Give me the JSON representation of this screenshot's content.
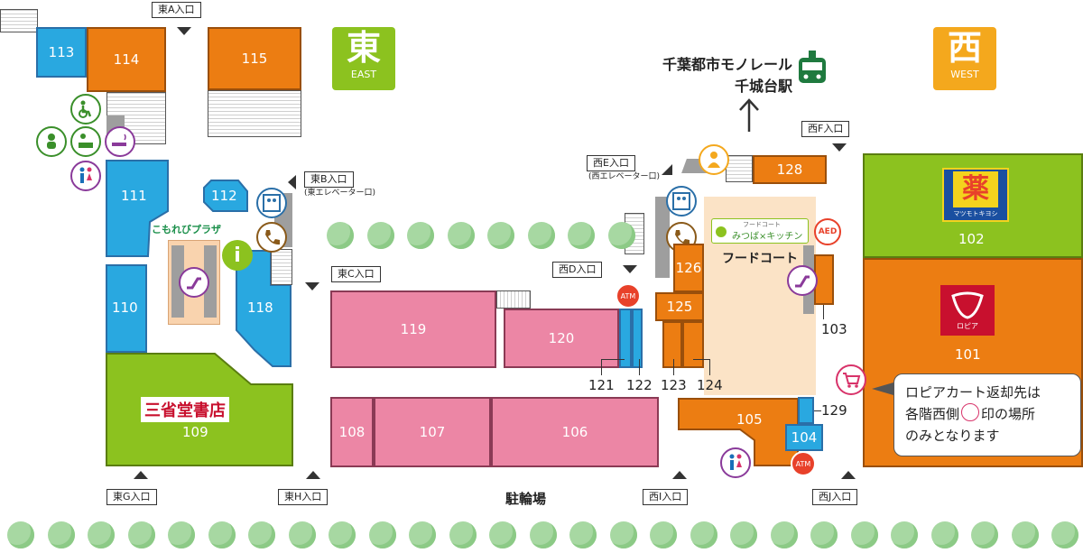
{
  "compass": {
    "east": {
      "kanji": "東",
      "label": "EAST",
      "color": "#8cc21f"
    },
    "west": {
      "kanji": "西",
      "label": "WEST",
      "color": "#f4a81d"
    }
  },
  "monorail": {
    "line1": "千葉都市モノレール",
    "line2": "千城台駅"
  },
  "gates": {
    "eastA": "東A入口",
    "eastB": "東B入口",
    "eastB_sub": "(東エレベーター口)",
    "eastC": "東C入口",
    "eastG": "東G入口",
    "eastH": "東H入口",
    "westD": "西D入口",
    "westE": "西E入口",
    "westE_sub": "(西エレベーター口)",
    "westF": "西F入口",
    "westI": "西I入口",
    "westJ": "西J入口"
  },
  "units": {
    "u101": "101",
    "u102": "102",
    "u103": "103",
    "u104": "104",
    "u105": "105",
    "u106": "106",
    "u107": "107",
    "u108": "108",
    "u109": "109",
    "u110": "110",
    "u111": "111",
    "u112": "112",
    "u113": "113",
    "u114": "114",
    "u115": "115",
    "u118": "118",
    "u119": "119",
    "u120": "120",
    "u121": "121",
    "u122": "122",
    "u123": "123",
    "u124": "124",
    "u125": "125",
    "u126": "126",
    "u128": "128",
    "u129": "129"
  },
  "stores": {
    "sanseido": "三省堂書店",
    "matsukiyo_kanji": "薬",
    "matsukiyo_sub": "マツモトキヨシ",
    "lopia_sub": "ロピア",
    "foodcourt": "フードコート",
    "foodcourt_sign_top": "フードコート",
    "foodcourt_sign": "みつば×キッチン",
    "komorebi": "こもれびプラザ"
  },
  "misc": {
    "parking": "駐輪場",
    "aed": "AED",
    "atm": "ATM",
    "info": "i"
  },
  "notice": {
    "line1": "ロピアカート返却先は",
    "line2_pre": "各階西側",
    "line2_post": "印の場所",
    "line3": "のみとなります"
  }
}
